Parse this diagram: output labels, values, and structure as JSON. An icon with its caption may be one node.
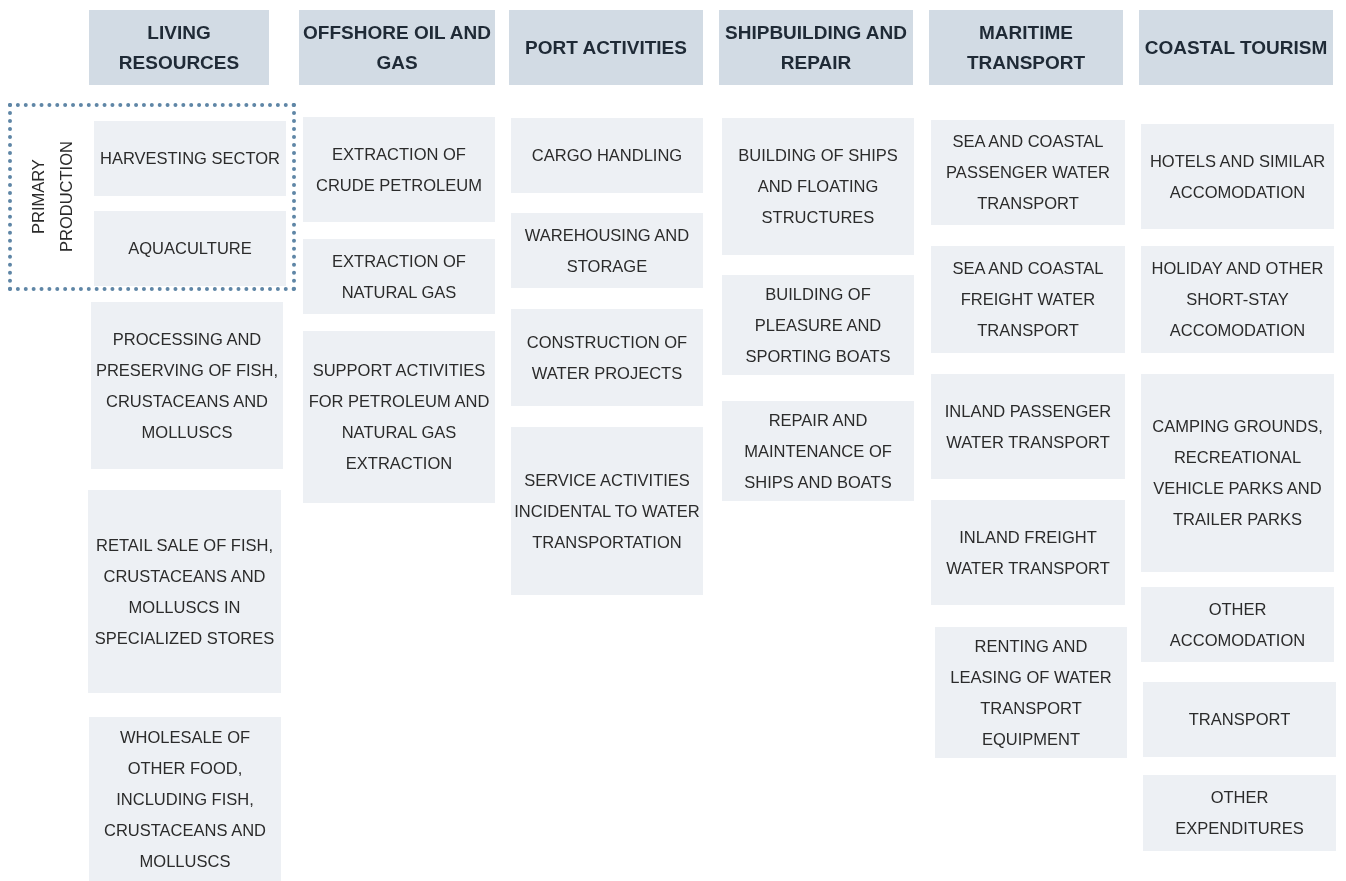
{
  "diagram": {
    "nodes": [
      {
        "text": [
          "LIVING RESOURCES"
        ]
      },
      {
        "text": [
          "PRIMARY PRODUCTION"
        ]
      },
      {
        "text": [
          "HARVESTING SECTOR"
        ],
        "in": 1
      },
      {
        "text": [
          "AQUACULTURE"
        ],
        "in": 1
      },
      {
        "text": [
          "PROCESSING AND PRESERVING OF FISH, CRUSTACEANS AND MOLLUSCS"
        ]
      },
      {
        "text": [
          "RETAIL SALE OF FISH, CRUSTACEANS AND MOLLUSCS IN SPECIALIZED STORES"
        ]
      },
      {
        "text": [
          "WHOLESALE OF OTHER FOOD, INCLUDING FISH, CRUSTACEANS AND MOLLUSCS"
        ]
      },
      {
        "text": [
          "OFFSHORE OIL AND GAS"
        ]
      },
      {
        "text": [
          "EXTRACTION OF CRUDE PETROLEUM"
        ]
      },
      {
        "text": [
          "EXTRACTION OF NATURAL GAS"
        ]
      },
      {
        "text": [
          "SUPPORT ACTIVITIES FOR PETROLEUM AND NATURAL GAS EXTRACTION"
        ]
      },
      {
        "text": [
          "PORT ACTIVITIES"
        ]
      },
      {
        "text": [
          "CARGO HANDLING"
        ]
      },
      {
        "text": [
          "WAREHOUSING AND STORAGE"
        ]
      },
      {
        "text": [
          "CONSTRUCTION OF WATER PROJECTS"
        ]
      },
      {
        "text": [
          "SERVICE ACTIVITIES INCIDENTAL TO WATER TRANSPORTATION"
        ]
      },
      {
        "text": [
          "SHIPBUILDING AND REPAIR"
        ]
      },
      {
        "text": [
          "BUILDING OF SHIPS AND FLOATING STRUCTURES"
        ]
      },
      {
        "text": [
          "BUILDING OF PLEASURE AND SPORTING BOATS"
        ]
      },
      {
        "text": [
          "REPAIR AND MAINTENANCE OF SHIPS AND BOATS"
        ]
      },
      {
        "text": [
          "MARITIME TRANSPORT"
        ]
      },
      {
        "text": [
          "SEA AND COASTAL PASSENGER WATER TRANSPORT"
        ]
      },
      {
        "text": [
          "SEA AND COASTAL FREIGHT WATER TRANSPORT"
        ]
      },
      {
        "text": [
          "INLAND PASSENGER WATER TRANSPORT"
        ]
      },
      {
        "text": [
          "INLAND FREIGHT WATER TRANSPORT"
        ]
      },
      {
        "text": [
          "RENTING AND LEASING OF WATER TRANSPORT EQUIPMENT"
        ]
      },
      {
        "text": [
          "COASTAL TOURISM"
        ]
      },
      {
        "text": [
          "HOTELS AND SIMILAR ACCOMODATION"
        ]
      },
      {
        "text": [
          "HOLIDAY AND OTHER SHORT-STAY ACCOMODATION"
        ]
      },
      {
        "text": [
          "CAMPING GROUNDS, RECREATIONAL VEHICLE PARKS AND TRAILER PARKS"
        ]
      },
      {
        "text": [
          "OTHER ACCOMODATION"
        ]
      },
      {
        "text": [
          "TRANSPORT"
        ]
      },
      {
        "text": [
          "OTHER EXPENDITURES"
        ]
      }
    ]
  }
}
